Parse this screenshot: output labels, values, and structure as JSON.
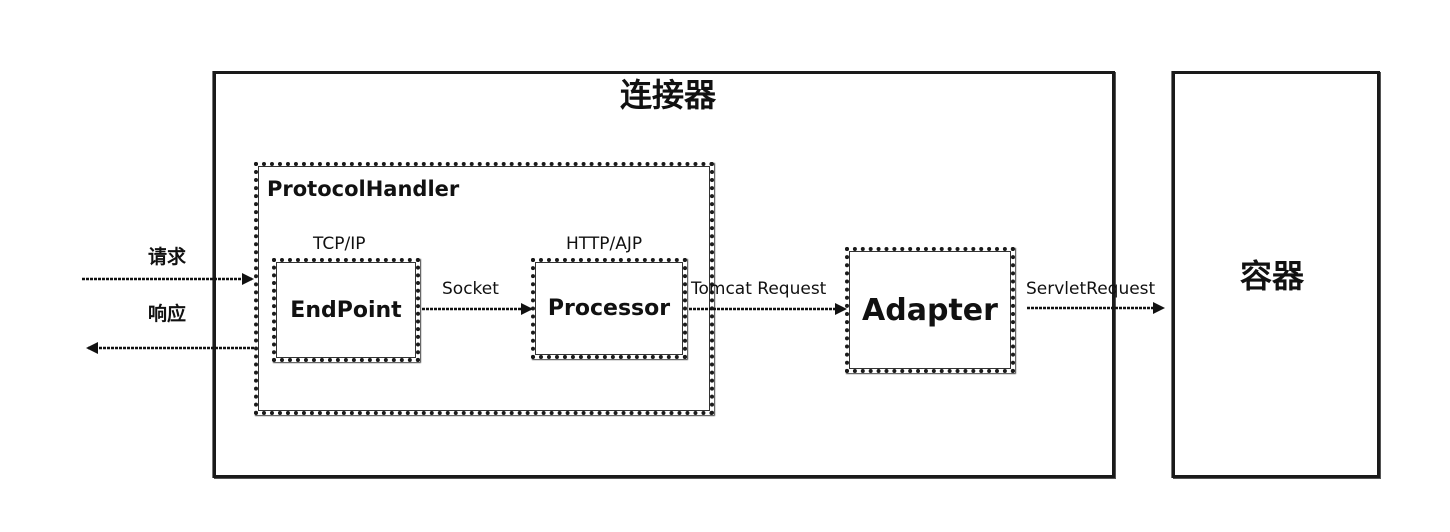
{
  "connector": {
    "title": "连接器"
  },
  "container": {
    "title": "容器"
  },
  "protocol_handler": {
    "title": "ProtocolHandler"
  },
  "endpoint": {
    "name": "EndPoint",
    "protocol": "TCP/IP"
  },
  "processor": {
    "name": "Processor",
    "protocol": "HTTP/AJP"
  },
  "adapter": {
    "name": "Adapter"
  },
  "edges": {
    "request": "请求",
    "response": "响应",
    "socket": "Socket",
    "tomcat_request": "Tomcat Request",
    "servlet_request": "ServletRequest"
  }
}
